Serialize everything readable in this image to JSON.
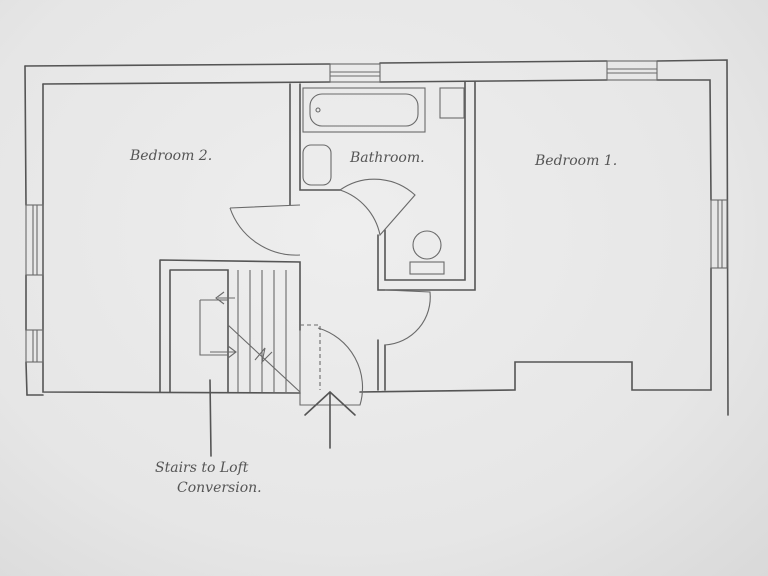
{
  "rooms": {
    "bedroom2": "Bedroom 2.",
    "bathroom": "Bathroom.",
    "bedroom1": "Bedroom 1."
  },
  "annotation": {
    "line1": "Stairs to Loft",
    "line2": "Conversion."
  },
  "colors": {
    "pencil": "#555555",
    "paper": "#e9e9e9"
  }
}
